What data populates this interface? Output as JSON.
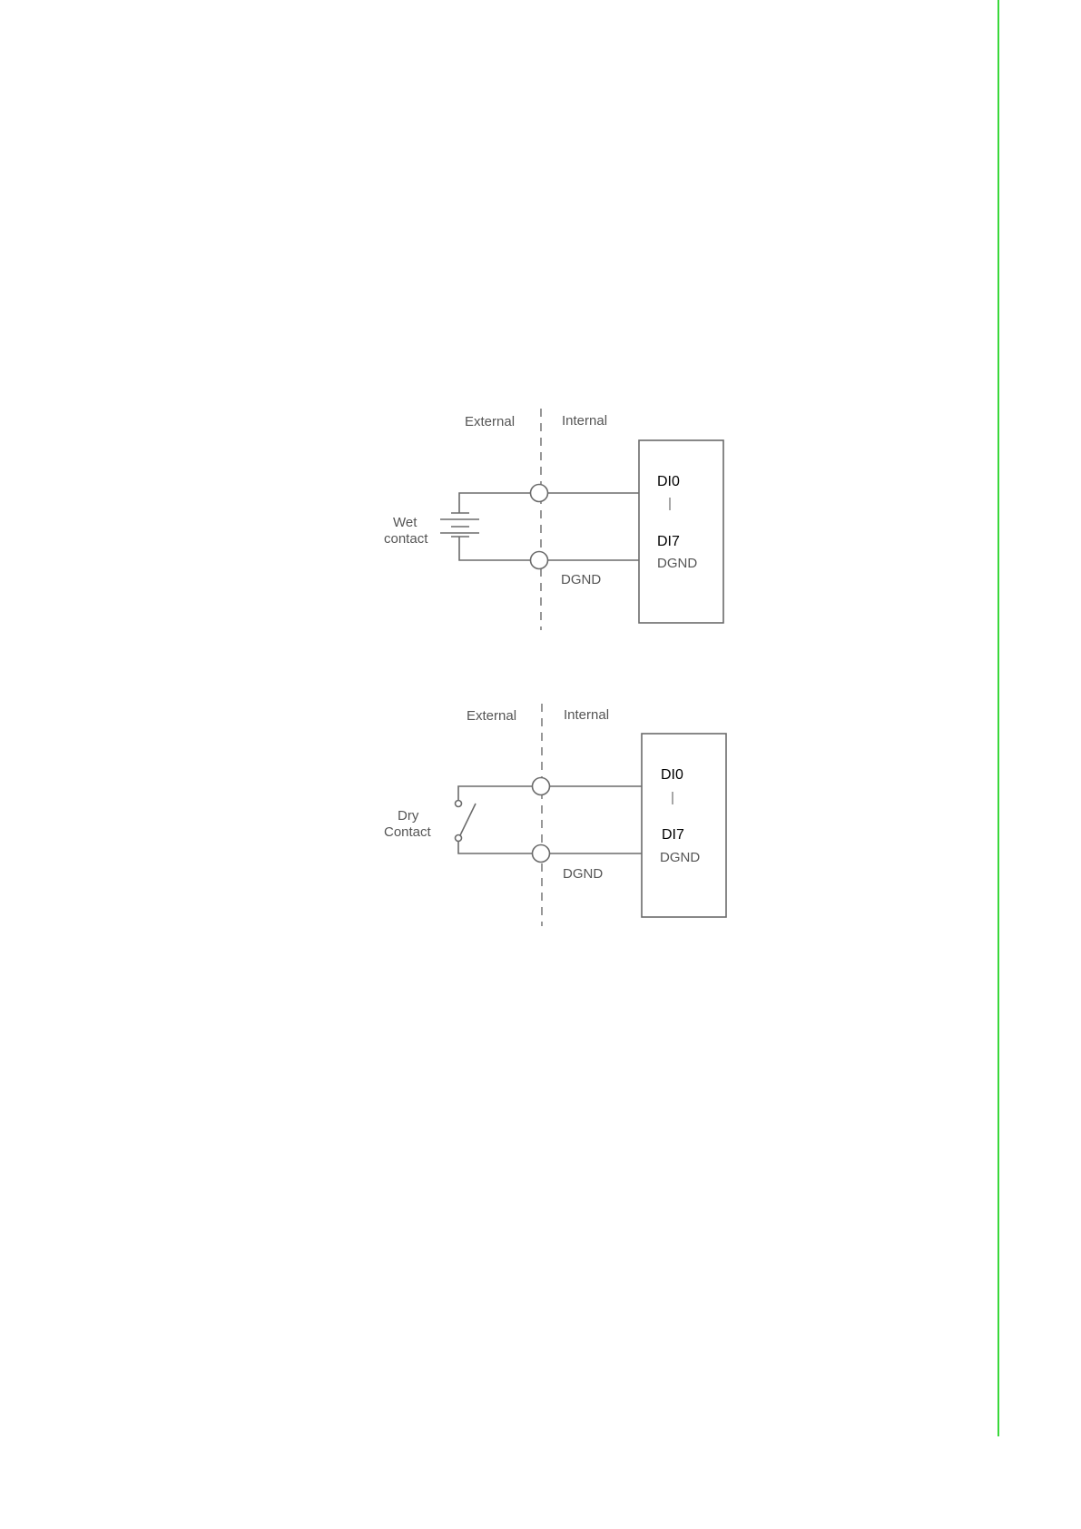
{
  "accent_color": "#39d83b",
  "diagrams": [
    {
      "id": "wet",
      "external_label": "External",
      "internal_label": "Internal",
      "contact_label_line1": "Wet",
      "contact_label_line2": "contact",
      "di_first": "DI0",
      "di_separator": "|",
      "di_last": "DI7",
      "dgnd_box": "DGND",
      "dgnd_terminal": "DGND"
    },
    {
      "id": "dry",
      "external_label": "External",
      "internal_label": "Internal",
      "contact_label_line1": "Dry",
      "contact_label_line2": "Contact",
      "di_first": "DI0",
      "di_separator": "|",
      "di_last": "DI7",
      "dgnd_box": "DGND",
      "dgnd_terminal": "DGND"
    }
  ]
}
